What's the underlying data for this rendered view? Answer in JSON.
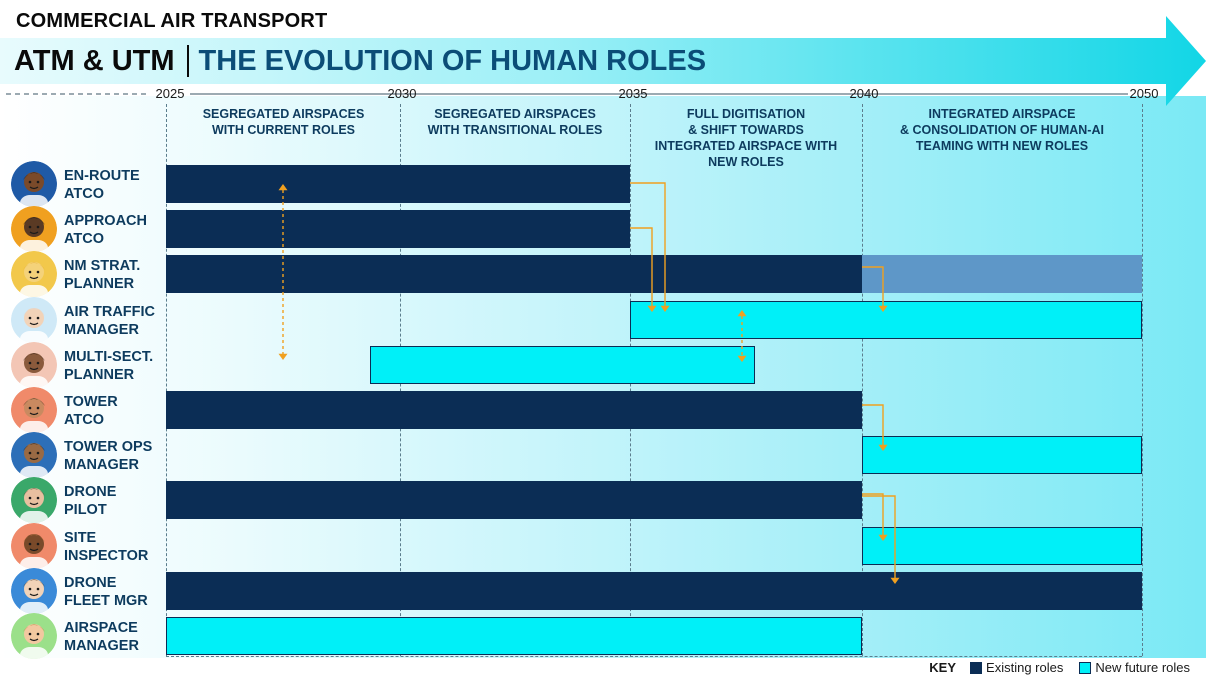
{
  "header": {
    "supertitle": "COMMERCIAL AIR TRANSPORT",
    "title_left": "ATM & UTM",
    "title_right": "THE EVOLUTION OF HUMAN ROLES"
  },
  "timeline": {
    "years": [
      "2025",
      "2030",
      "2035",
      "2040",
      "2050"
    ],
    "phases": [
      "SEGREGATED AIRSPACES\nWITH CURRENT ROLES",
      "SEGREGATED AIRSPACES\nWITH TRANSITIONAL ROLES",
      "FULL DIGITISATION\n& SHIFT TOWARDS\nINTEGRATED AIRSPACE WITH\nNEW ROLES",
      "INTEGRATED AIRSPACE\n& CONSOLIDATION OF HUMAN-AI\nTEAMING WITH NEW ROLES"
    ]
  },
  "roles": [
    {
      "label": "EN-ROUTE\nATCO",
      "kind": "existing",
      "start": 2025,
      "end": 2035
    },
    {
      "label": "APPROACH\nATCO",
      "kind": "existing",
      "start": 2025,
      "end": 2035
    },
    {
      "label": "NM STRAT.\nPLANNER",
      "kind": "existing",
      "start": 2025,
      "end": 2040,
      "phaseout_end": 2050
    },
    {
      "label": "AIR TRAFFIC\nMANAGER",
      "kind": "new",
      "start": 2035,
      "end": 2050
    },
    {
      "label": "MULTI-SECT.\nPLANNER",
      "kind": "new",
      "start": 2029.4,
      "end": 2037.7
    },
    {
      "label": "TOWER\nATCO",
      "kind": "existing",
      "start": 2025,
      "end": 2040
    },
    {
      "label": "TOWER OPS\nMANAGER",
      "kind": "new",
      "start": 2040,
      "end": 2050
    },
    {
      "label": "DRONE\nPILOT",
      "kind": "existing",
      "start": 2025,
      "end": 2040
    },
    {
      "label": "SITE\nINSPECTOR",
      "kind": "new",
      "start": 2040,
      "end": 2050
    },
    {
      "label": "DRONE\nFLEET MGR",
      "kind": "existing",
      "start": 2025,
      "end": 2050
    },
    {
      "label": "AIRSPACE\nMANAGER",
      "kind": "new",
      "start": 2025,
      "end": 2040
    }
  ],
  "key": {
    "title": "KEY",
    "existing": "Existing roles",
    "new": "New future roles"
  },
  "colors": {
    "existing": "#0b2d55",
    "new": "#00f0f8",
    "phaseout": "#5e97c8",
    "arrow": "#f0a020",
    "title_accent": "#0b4d77"
  },
  "icons": [
    "atco-avatar-icon",
    "approach-avatar-icon",
    "planner-avatar-icon",
    "manager-avatar-icon",
    "multi-planner-avatar-icon",
    "tower-avatar-icon",
    "tower-ops-avatar-icon",
    "drone-pilot-avatar-icon",
    "inspector-avatar-icon",
    "fleet-manager-avatar-icon",
    "airspace-manager-avatar-icon"
  ]
}
